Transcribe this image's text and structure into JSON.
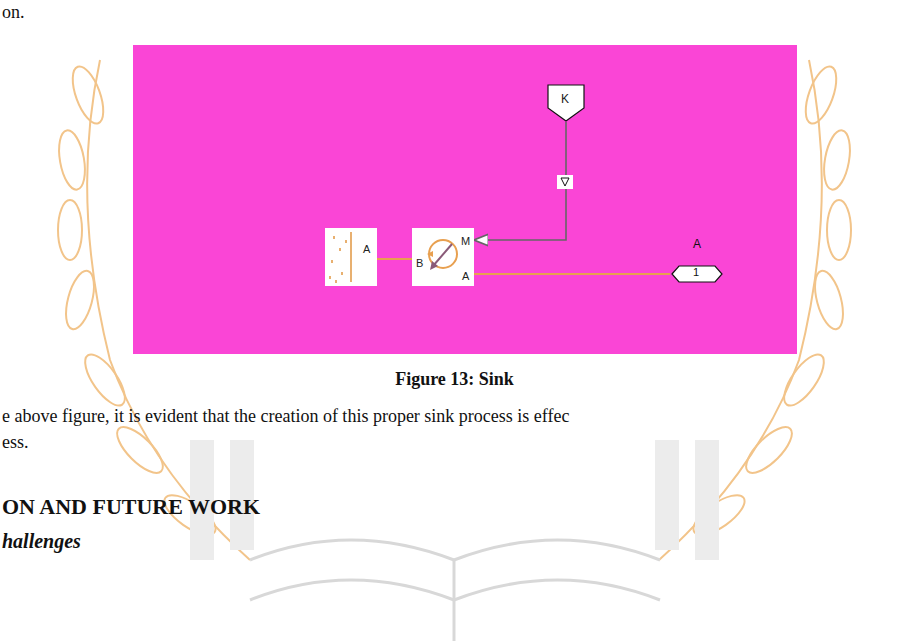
{
  "diagram": {
    "caption": "Figure 13: Sink",
    "nodes": [
      {
        "text": [
          "K"
        ]
      },
      {
        "text": [
          "A"
        ]
      },
      {
        "text": [
          "B",
          "M",
          "A"
        ]
      },
      {
        "text": [
          "A",
          "1"
        ]
      }
    ],
    "edges": [
      {
        "from": 0,
        "to": 2,
        "arrow": "to"
      },
      {
        "from": 1,
        "to": 2,
        "arrow": "none"
      },
      {
        "from": 2,
        "to": 3,
        "arrow": "none"
      }
    ],
    "labels": [
      "on.",
      "e above figure, it is evident that the creation of this proper sink process is effec",
      "ess.",
      "ON AND FUTURE WORK",
      "hallenges"
    ]
  }
}
